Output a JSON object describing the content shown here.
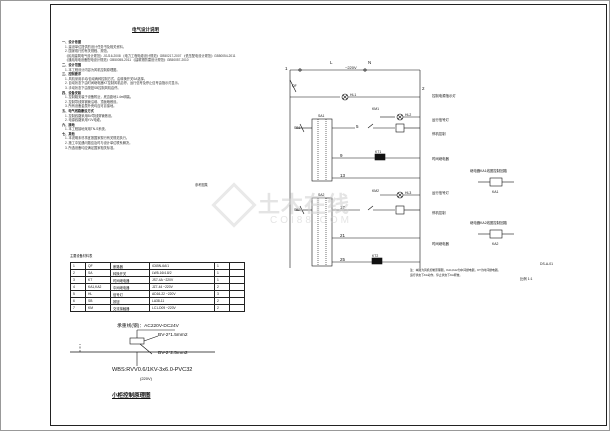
{
  "notes": {
    "title": "电气设计说明",
    "lines": [
      {
        "t": "一、设计依据",
        "sec": true
      },
      {
        "t": "1. 建设单位提供的设计任务书及相关资料。"
      },
      {
        "t": "2. 国家现行的有关规程、规范。"
      },
      {
        "t": "《民用建筑电气设计规范》JGJ16-2008  《电力工程电缆设计规范》GB50217-2007  《低压配电设计规范》GB50054-2011"
      },
      {
        "t": "《通用用电设备配电设计规范》GB50055-2011  《建筑物防雷设计规范》GB50057-2010"
      },
      {
        "t": "二、设计范围",
        "sec": true
      },
      {
        "t": "1. 本工程设计内容为风机控制原理图。"
      },
      {
        "t": "三、控制要求",
        "sec": true
      },
      {
        "t": "1. 风机采用手动/自动两种控制方式，由转换开关SA选择。"
      },
      {
        "t": "2. 自动状态下由时间继电器KT控制风机启停，运行信号及停止信号由指示灯显示。"
      },
      {
        "t": "3. 手动状态下由按钮SB控制风机启停。"
      },
      {
        "t": "四、设备安装",
        "sec": true
      },
      {
        "t": "1. 控制箱安装于设备附近，底边距地1.4m明装。"
      },
      {
        "t": "2. 控制导线穿钢管沿墙、顶板暗敷设。"
      },
      {
        "t": "3. 所有设备金属外壳均应可靠接地。"
      },
      {
        "t": "五、电气线路敷设方式",
        "sec": true
      },
      {
        "t": "1. 控制线路采用BV导线穿管敷设。"
      },
      {
        "t": "2. 电源线路采用YJV电缆。"
      },
      {
        "t": "六、接地",
        "sec": true
      },
      {
        "t": "1. 本工程接地采用TN-S系统。"
      },
      {
        "t": "七、其他",
        "sec": true
      },
      {
        "t": "1. 本说明未尽事宜按国家现行有关规范执行。"
      },
      {
        "t": "2. 施工中如遇问题应及时与设计单位联系解决。"
      },
      {
        "t": "3. 所选设备均应满足国家相关标准。"
      }
    ],
    "ref_label": "参考图集"
  },
  "equipment_table": {
    "caption": "主要设备材料表",
    "rows": [
      [
        "1",
        "QF",
        "断路器",
        "iC65N-6A/1",
        "1",
        ""
      ],
      [
        "2",
        "SA",
        "转换开关",
        "LW5-16/4.8/2",
        "1",
        ""
      ],
      [
        "3",
        "KT",
        "时间继电器",
        "JS7-4A ~220V",
        "1",
        ""
      ],
      [
        "4",
        "KA1,KA2",
        "中间继电器",
        "JZ7-44 ~220V",
        "2",
        ""
      ],
      [
        "5",
        "HL",
        "信号灯",
        "AD16-22 ~220V",
        "3",
        ""
      ],
      [
        "6",
        "SB",
        "按钮",
        "LA38-11",
        "2",
        ""
      ],
      [
        "7",
        "KM",
        "交流接触器",
        "LC1-D09 ~220V",
        "2",
        ""
      ]
    ]
  },
  "cable_detail": {
    "top_label": "承重线(钢)：AC220V-DC24V",
    "wire1": "BV-2*1.5mm2",
    "wire2": "BV-2*2.5mm2",
    "main_label": "WBS:RVV0.6/1KV-3x6.0-PVC32",
    "sub_label": "(220V)",
    "drawing_title": "小柜控制原理图"
  },
  "schematic": {
    "supply_voltage": "~220V",
    "phase_l": "L",
    "neutral_n": "N",
    "node_1": "1",
    "node_2": "2",
    "node_5a": "5",
    "node_9a": "9",
    "node_13": "13",
    "node_17": "17",
    "node_21": "21",
    "node_25": "25",
    "qf": "QF",
    "sb1": "SB1",
    "sb2": "SB2",
    "sa1": "SA1",
    "sa2": "SA2",
    "km1": "KM1",
    "km2": "KM2",
    "kt1": "KT1",
    "kt2": "KT2",
    "ka1": "KA1",
    "ka2": "KA2",
    "hl1": "HL1",
    "hl2": "HL2",
    "hl3": "HL3",
    "right_labels": [
      "控制电源指示灯",
      "运行信号灯",
      "停机控制",
      "时间继电器",
      "运行信号灯",
      "停机控制",
      "时间继电器"
    ],
    "note_text": "注：本图为风机控制原理图，KA1,KA2为中间继电器，KT为时间继电器。",
    "note_text2": "运行状态下KA动作，停止状态下KA释放。",
    "side_top": "继电器KA1线圈控制回路",
    "side_bottom": "继电器KA2线圈控制回路",
    "sheet_no": "DS-A-01",
    "sheet_scale": "比例 1:1"
  },
  "watermark": {
    "big": "土木在线",
    "small": "COI88.COM"
  }
}
